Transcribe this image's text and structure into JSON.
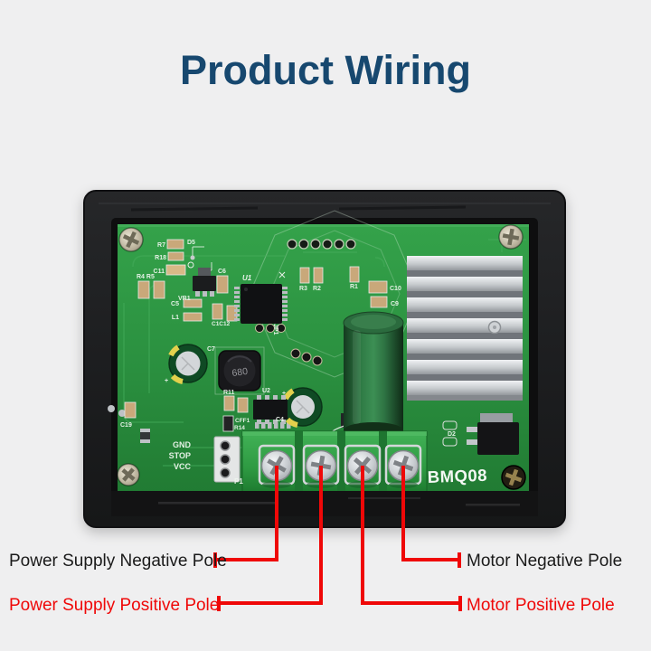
{
  "page": {
    "background": "#efeff0"
  },
  "title": {
    "text": "Product Wiring",
    "color": "#17486F"
  },
  "annotation": {
    "line_color": "#EF0808",
    "black_label_color": "#1A1A1A",
    "red_label_color": "#EF0808"
  },
  "callouts": {
    "power_negative": {
      "text": "Power Supply Negative Pole"
    },
    "power_positive": {
      "text": "Power Supply Positive Pole"
    },
    "motor_negative": {
      "text": "Motor Negative Pole"
    },
    "motor_positive": {
      "text": "Motor Positive Pole"
    }
  },
  "module": {
    "model": "BMQ08",
    "inductor_value": "680",
    "pins": {
      "gnd": "GND",
      "stop": "STOP",
      "vcc": "VCC",
      "p1": "P1"
    },
    "refs": {
      "r7": "R7",
      "r18": "R18",
      "c11": "C11",
      "d5": "D5",
      "r4r5": "R4 R5",
      "vr1": "VR1",
      "c6": "C6",
      "u1": "U1",
      "c5": "C5",
      "l1": "L1",
      "c1c12": "C1C12",
      "jp1": "JP1",
      "r3": "R3",
      "r2": "R2",
      "r1": "R1",
      "c10": "C10",
      "c9": "C9",
      "c7": "C7",
      "c4": "C4",
      "c19": "C19",
      "r11": "R11",
      "u2": "U2",
      "cff1": "CFF1",
      "r14": "R14",
      "d2": "D2"
    },
    "colors": {
      "pcb_green": "#2E9643",
      "terminal_green": "#35A04A",
      "case_black": "#1E1F21",
      "heatsink_silver": "#C6CACD"
    }
  }
}
